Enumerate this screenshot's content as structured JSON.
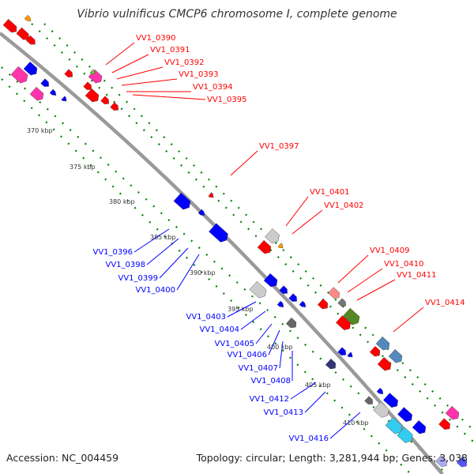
{
  "title": "Vibrio vulnificus CMCP6 chromosome I, complete genome",
  "footer": {
    "accession": "Accession: NC_004459",
    "summary": "Topology: circular; Length: 3,281,944 bp; Genes: 3,038"
  },
  "colors": {
    "forward_strand": "#ff0000",
    "reverse_strand": "#0000ff",
    "backbone": "#999999",
    "tick": "#008000"
  },
  "kbp_ticks": [
    "370 kbp",
    "375 kbp",
    "380 kbp",
    "385 kbp",
    "390 kbp",
    "395 kbp",
    "400 kbp",
    "405 kbp",
    "410 kbp"
  ],
  "forward_labels": [
    "VV1_0390",
    "VV1_0391",
    "VV1_0392",
    "VV1_0393",
    "VV1_0394",
    "VV1_0395",
    "VV1_0397",
    "VV1_0401",
    "VV1_0402",
    "VV1_0409",
    "VV1_0410",
    "VV1_0411",
    "VV1_0414"
  ],
  "reverse_labels": [
    "VV1_0396",
    "VV1_0398",
    "VV1_0399",
    "VV1_0400",
    "VV1_0403",
    "VV1_0404",
    "VV1_0405",
    "VV1_0406",
    "VV1_0407",
    "VV1_0408",
    "VV1_0412",
    "VV1_0413",
    "VV1_0416"
  ]
}
